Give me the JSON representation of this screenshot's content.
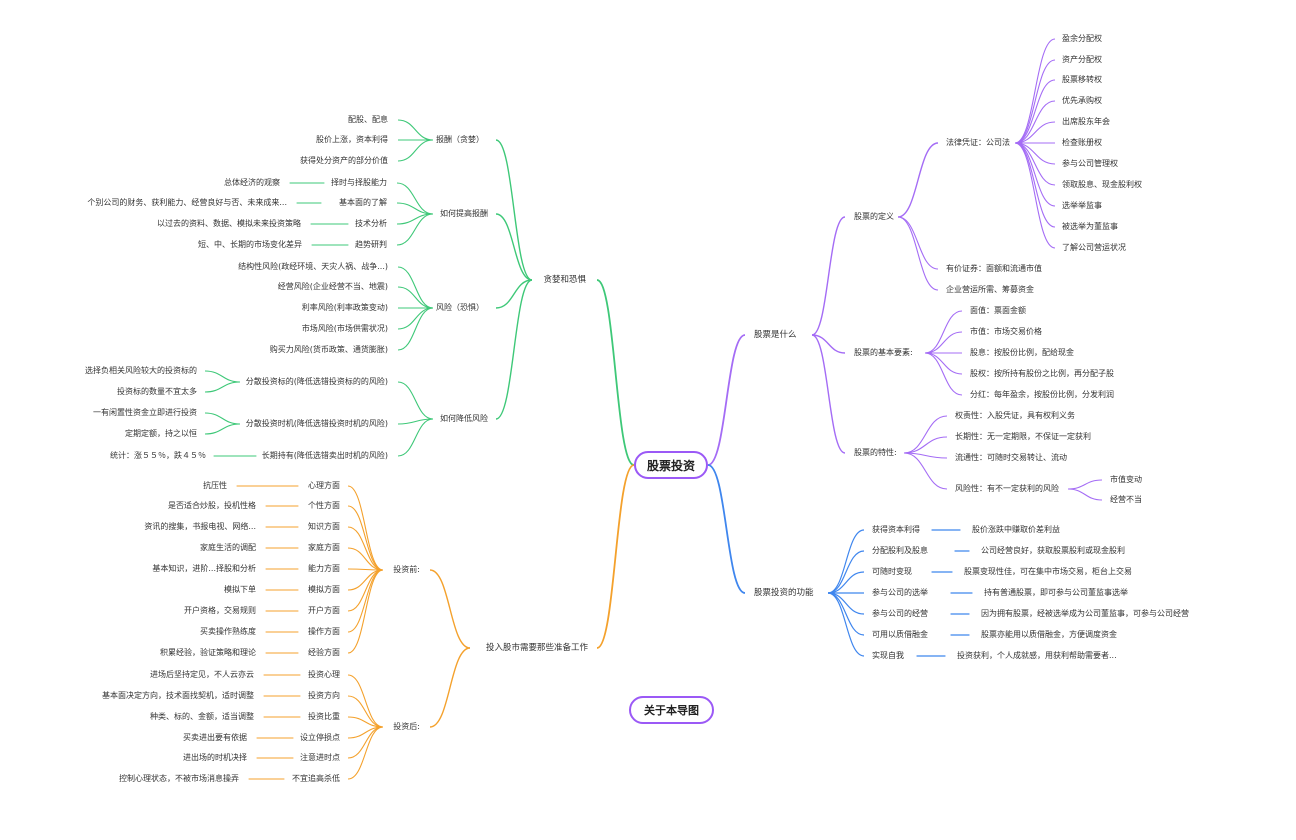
{
  "root": "股票投资",
  "about": "关于本导图",
  "colors": {
    "purple": "#a46cf5",
    "blue": "#3f86ee",
    "green": "#3ec878",
    "orange": "#f4a12c",
    "root_border": "#9b59f6"
  },
  "branches": {
    "what": {
      "label": "股票是什么",
      "definition": {
        "label": "股票的定义",
        "law": {
          "label": "法律凭证：公司法",
          "items": [
            "盈余分配权",
            "资产分配权",
            "股票移转权",
            "优先承购权",
            "出席股东年会",
            "检查账册权",
            "参与公司管理权",
            "领取股息、现金股利权",
            "选举举监事",
            "被选举为董监事",
            "了解公司营运状况"
          ]
        },
        "others": [
          "有价证券：面额和流通市值",
          "企业营运所需、筹募资金"
        ]
      },
      "elements": {
        "label": "股票的基本要素:",
        "items": [
          "面值：票面金额",
          "市值：市场交易价格",
          "股息：按股份比例，配给现金",
          "股权：按所持有股份之比例，再分配子股",
          "分红：每年盈余，按股份比例，分发利润"
        ]
      },
      "features": {
        "label": "股票的特性:",
        "items": [
          "权责性：入股凭证，具有权利义务",
          "长期性：无一定期限，不保证一定获利",
          "流通性：可随时交易转让、流动"
        ],
        "risk": {
          "label": "风险性：有不一定获利的风险",
          "items": [
            "市值变动",
            "经营不当"
          ]
        }
      }
    },
    "function": {
      "label": "股票投资的功能",
      "rows": [
        {
          "k": "获得资本利得",
          "v": "股价涨跌中赚取价差利益"
        },
        {
          "k": "分配股利及股息",
          "v": "公司经营良好，获取股票股利或现金股利"
        },
        {
          "k": "可随时变现",
          "v": "股票变现性佳，可在集中市场交易，柜台上交易"
        },
        {
          "k": "参与公司的选举",
          "v": "持有普通股票，即可参与公司董监事选举"
        },
        {
          "k": "参与公司的经营",
          "v": "因为拥有股票，经被选举成为公司董监事，可参与公司经营"
        },
        {
          "k": "可用以质借融金",
          "v": "股票亦能用以质借融金，方便调度资金"
        },
        {
          "k": "实现自我",
          "v": "投资获利，个人成就感，用获利帮助需要者..."
        }
      ]
    },
    "greed": {
      "label": "贪婪和恐惧",
      "reward": {
        "label": "报酬（贪婪）",
        "items": [
          "配股、配息",
          "股价上涨，资本利得",
          "获得处分资产的部分价值"
        ]
      },
      "improve": {
        "label": "如何提高报酬",
        "rows": [
          {
            "k": "择时与择股能力",
            "v": "总体经济的观察"
          },
          {
            "k": "基本面的了解",
            "v": "个别公司的财务、获利能力、经营良好与否、未来成来..."
          },
          {
            "k": "技术分析",
            "v": "以过去的资料、数据、模拟未来投资策略"
          },
          {
            "k": "趋势研判",
            "v": "短、中、长期的市场变化差异"
          }
        ]
      },
      "risk": {
        "label": "风险（恐惧）",
        "items": [
          "结构性风险(政经环境、天灾人祸、战争...)",
          "经营风险(企业经营不当、地震)",
          "利率风险(利率政策变动)",
          "市场风险(市场供需状况)",
          "购买力风险(货币政策、通货膨胀)"
        ]
      },
      "reduce": {
        "label": "如何降低风险",
        "rows": [
          {
            "k": "分散投资标的(降低选错投资标的的风险)",
            "vs": [
              "选择负相关风险较大的投资标的",
              "投资标的数量不宜太多"
            ]
          },
          {
            "k": "分散投资时机(降低选错投资时机的风险)",
            "vs": [
              "一有闲置性资金立即进行投资",
              "定期定额，持之以恒"
            ]
          },
          {
            "k": "长期持有(降低选错卖出时机的风险)",
            "vs": [
              "统计：涨５５％，跌４５％"
            ]
          }
        ]
      }
    },
    "prep": {
      "label": "投入股市需要那些准备工作",
      "before": {
        "label": "投资前:",
        "rows": [
          {
            "k": "心理方面",
            "v": "抗压性"
          },
          {
            "k": "个性方面",
            "v": "是否适合炒股，投机性格"
          },
          {
            "k": "知识方面",
            "v": "资讯的搜集，书报电视、网络..."
          },
          {
            "k": "家庭方面",
            "v": "家庭生活的调配"
          },
          {
            "k": "能力方面",
            "v": "基本知识，进阶...择股和分析"
          },
          {
            "k": "模拟方面",
            "v": "模拟下单"
          },
          {
            "k": "开户方面",
            "v": "开户资格，交易规则"
          },
          {
            "k": "操作方面",
            "v": "买卖操作熟练度"
          },
          {
            "k": "经验方面",
            "v": "积累经验，验证策略和理论"
          }
        ]
      },
      "after": {
        "label": "投资后:",
        "rows": [
          {
            "k": "投资心理",
            "v": "进场后坚持定见，不人云亦云"
          },
          {
            "k": "投资方向",
            "v": "基本面决定方向，技术面找契机，适时调整"
          },
          {
            "k": "投资比重",
            "v": "种类、标的、金额，适当调整"
          },
          {
            "k": "设立停损点",
            "v": "买卖进出要有依据"
          },
          {
            "k": "注意进时点",
            "v": "进出场的时机决择"
          },
          {
            "k": "不宜追高杀低",
            "v": "控制心理状态，不被市场消息操弄"
          }
        ]
      }
    }
  }
}
